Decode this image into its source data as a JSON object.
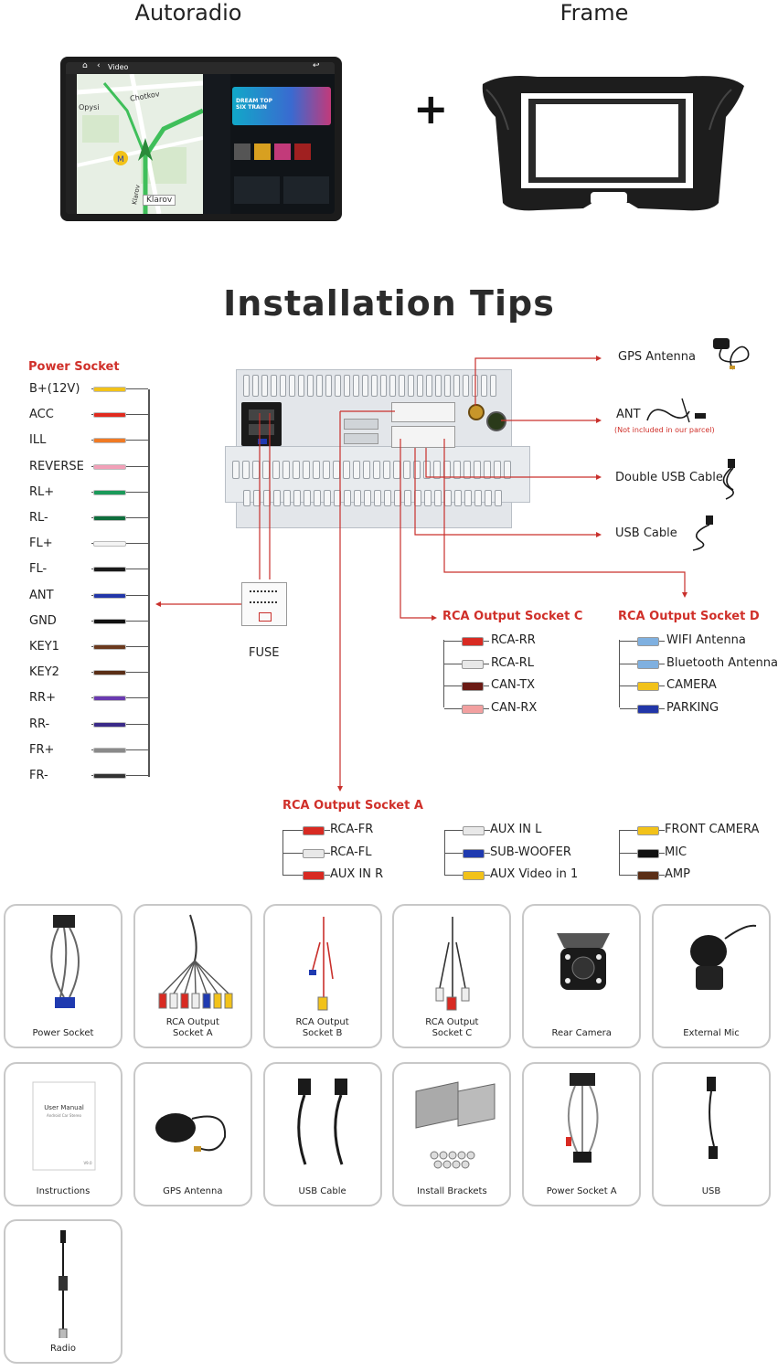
{
  "top": {
    "autoradio_label": "Autoradio",
    "frame_label": "Frame",
    "plus": "+",
    "screen": {
      "header_title": "Video",
      "map_labels": [
        "Chotkov",
        "Opysi",
        "Klarov",
        "Klarov"
      ],
      "music_banner": "DREAM TOP SIX TRAIN"
    }
  },
  "installation_title": "Installation Tips",
  "power_socket": {
    "title": "Power Socket",
    "items": [
      {
        "label": "B+(12V)",
        "color": "#f2c219"
      },
      {
        "label": "ACC",
        "color": "#e02a1e"
      },
      {
        "label": "ILL",
        "color": "#f07a24"
      },
      {
        "label": "REVERSE",
        "color": "#f2a0b8"
      },
      {
        "label": "RL+",
        "color": "#1b9a5a"
      },
      {
        "label": "RL-",
        "color": "#0e6e3c"
      },
      {
        "label": "FL+",
        "color": "#f4f4f4"
      },
      {
        "label": "FL-",
        "color": "#1a1a1a"
      },
      {
        "label": "ANT",
        "color": "#2236a8"
      },
      {
        "label": "GND",
        "color": "#111111"
      },
      {
        "label": "KEY1",
        "color": "#6b3a1e"
      },
      {
        "label": "KEY2",
        "color": "#5a2e16"
      },
      {
        "label": "RR+",
        "color": "#6a3ab0"
      },
      {
        "label": "RR-",
        "color": "#3a2a88"
      },
      {
        "label": "FR+",
        "color": "#8a8a8a"
      },
      {
        "label": "FR-",
        "color": "#333333"
      }
    ]
  },
  "fuse_label": "FUSE",
  "right_items": {
    "gps": "GPS Antenna",
    "ant": "ANT",
    "ant_note": "(Not included in our parcel)",
    "double_usb": "Double USB Cable",
    "usb": "USB Cable"
  },
  "rca_c": {
    "title": "RCA Output Socket C",
    "items": [
      {
        "label": "RCA-RR",
        "color": "#d82a22"
      },
      {
        "label": "RCA-RL",
        "color": "#e8e8e8"
      },
      {
        "label": "CAN-TX",
        "color": "#6b1a14"
      },
      {
        "label": "CAN-RX",
        "color": "#f2a0a0"
      }
    ]
  },
  "rca_d": {
    "title": "RCA Output Socket D",
    "items": [
      {
        "label": "WIFI Antenna",
        "color": "#7fb0e0"
      },
      {
        "label": "Bluetooth Antenna",
        "color": "#7fb0e0"
      },
      {
        "label": "CAMERA",
        "color": "#f2c219"
      },
      {
        "label": "PARKING",
        "color": "#2236a8"
      }
    ]
  },
  "rca_a": {
    "title": "RCA Output Socket A",
    "col1": [
      {
        "label": "RCA-FR",
        "color": "#d82a22"
      },
      {
        "label": "RCA-FL",
        "color": "#e8e8e8"
      },
      {
        "label": "AUX IN R",
        "color": "#d82a22"
      }
    ],
    "col2": [
      {
        "label": "AUX IN L",
        "color": "#e8e8e8"
      },
      {
        "label": "SUB-WOOFER",
        "color": "#1f3ab0"
      },
      {
        "label": "AUX Video in 1",
        "color": "#f2c219"
      }
    ],
    "col3": [
      {
        "label": "FRONT CAMERA",
        "color": "#f2c219"
      },
      {
        "label": "MIC",
        "color": "#111111"
      },
      {
        "label": "AMP",
        "color": "#5a2e16"
      }
    ]
  },
  "accessories": [
    {
      "name": "power-socket",
      "label": "Power Socket"
    },
    {
      "name": "rca-socket-a",
      "label": "RCA Output\nSocket A"
    },
    {
      "name": "rca-socket-b",
      "label": "RCA Output\nSocket B"
    },
    {
      "name": "rca-socket-c",
      "label": "RCA Output\nSocket C"
    },
    {
      "name": "rear-camera",
      "label": "Rear Camera"
    },
    {
      "name": "external-mic",
      "label": "External Mic"
    },
    {
      "name": "instructions",
      "label": "Instructions"
    },
    {
      "name": "gps-antenna",
      "label": "GPS Antenna"
    },
    {
      "name": "usb-cable",
      "label": "USB Cable"
    },
    {
      "name": "install-brackets",
      "label": "Install Brackets"
    },
    {
      "name": "power-socket-a",
      "label": "Power Socket A"
    },
    {
      "name": "usb",
      "label": "USB"
    },
    {
      "name": "radio",
      "label": "Radio"
    }
  ],
  "manual_text": {
    "title": "User Manual",
    "subtitle": "Android Car Stereo",
    "code": "V9.0"
  }
}
